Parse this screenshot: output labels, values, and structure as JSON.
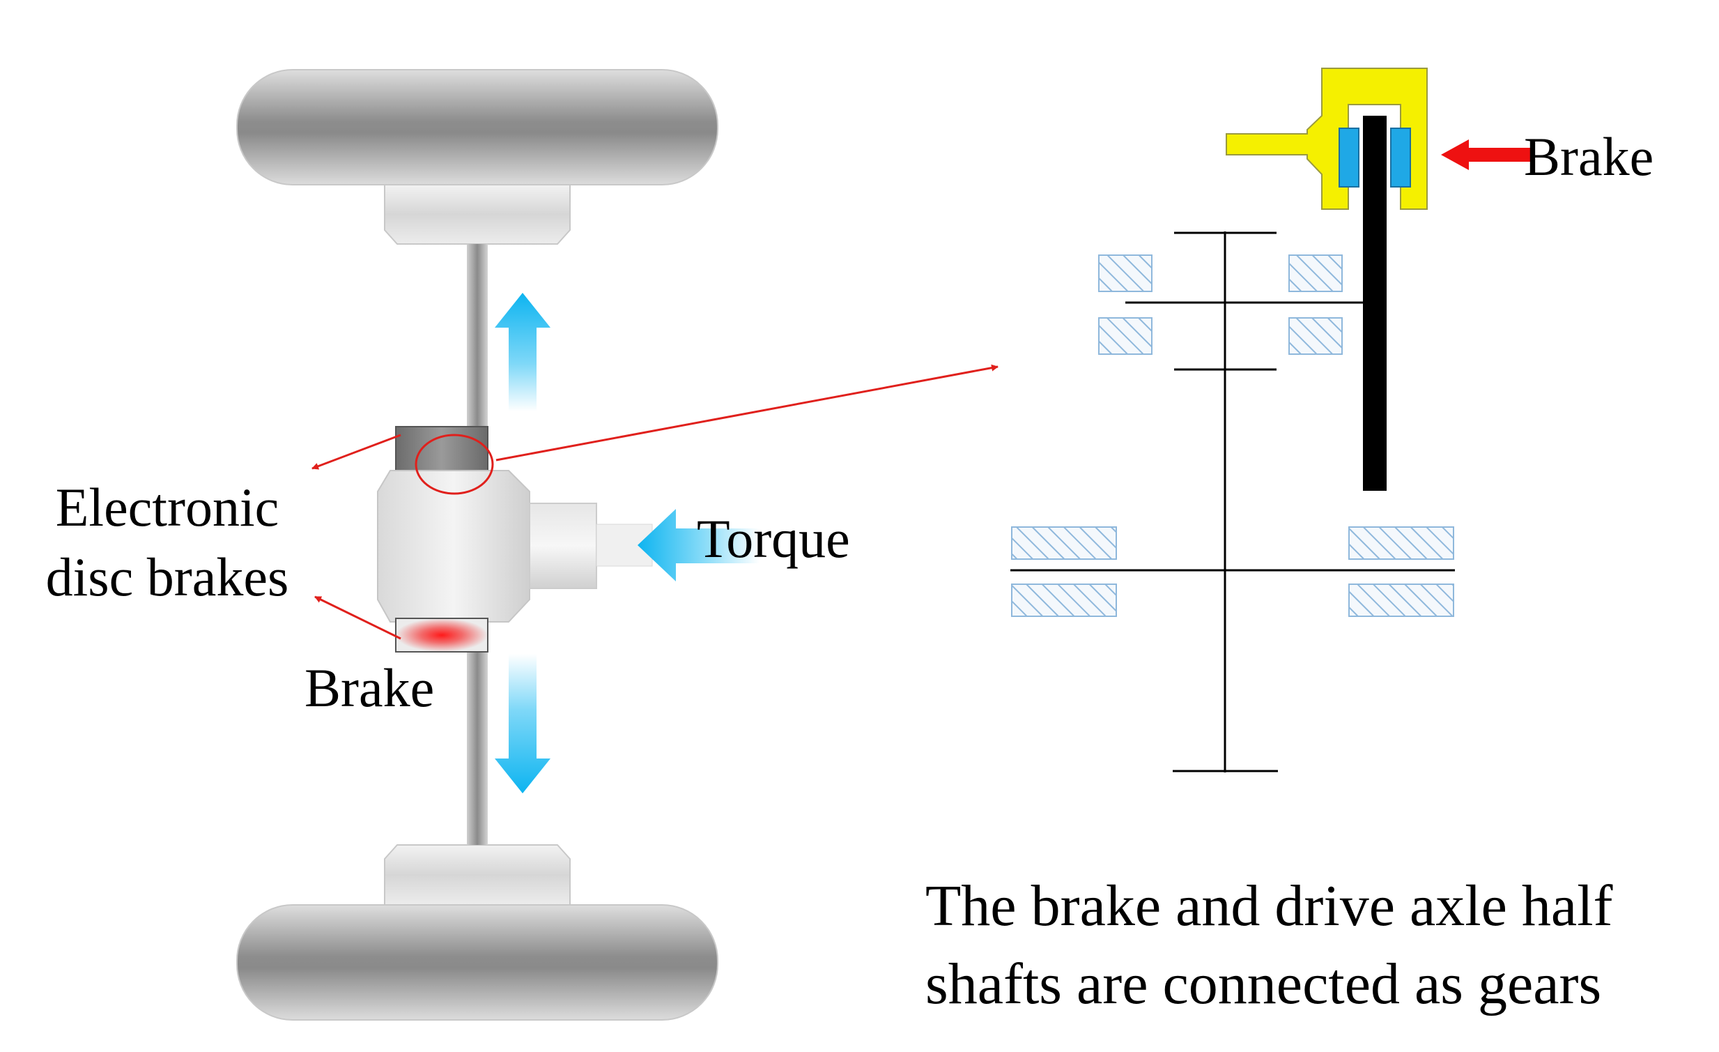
{
  "labels": {
    "electronic_disc_brakes": "Electronic disc brakes",
    "brake_left": "Brake",
    "torque": "Torque",
    "brake_right": "Brake",
    "caption": "The brake and drive axle half shafts are connected as gears"
  },
  "colors": {
    "annotation_red": "#e0201c",
    "brake_arrow_red": "#ee1111",
    "caliper_yellow": "#f5f000",
    "pad_blue": "#1fa8e6",
    "flow_arrow_cyan": "#12b4ec",
    "bearing_hatch": "#8fb8dc",
    "disc_black": "#000000"
  }
}
